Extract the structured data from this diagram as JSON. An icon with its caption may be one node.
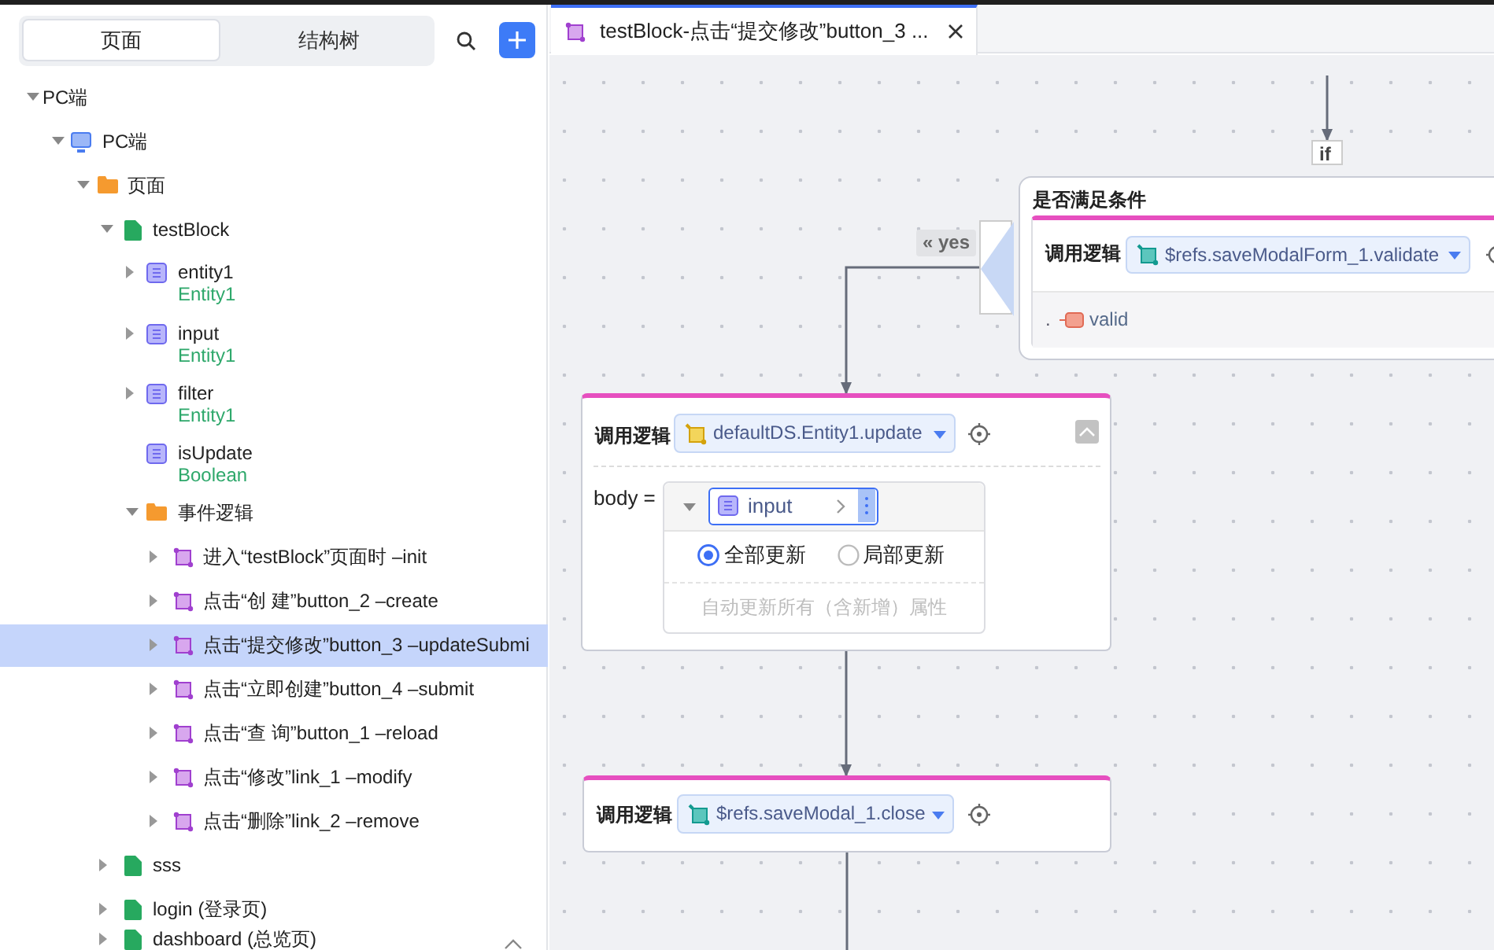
{
  "diagram": {
    "nodes": [
      {
        "text": [
          "if"
        ]
      },
      {
        "text": [
          "是否满足条件"
        ]
      },
      {
        "text": [
          "调用逻辑",
          "$refs.saveModalForm_1.validate",
          ".",
          "valid"
        ],
        "in": 1
      },
      {
        "text": [],
        "shape": "triangle"
      },
      {
        "text": [
          "调用逻辑",
          "defaultDS.Entity1.update",
          "body ="
        ]
      },
      {
        "text": [
          "input",
          "全部更新",
          "局部更新",
          "自动更新所有（含新增）属性"
        ],
        "in": 4
      },
      {
        "text": [
          "调用逻辑",
          "$refs.saveModal_1.close"
        ]
      }
    ],
    "edges": [
      {
        "from": null,
        "to": 0,
        "arrow": "to"
      },
      {
        "from": 3,
        "to": 4,
        "arrow": "to",
        "label": "« yes"
      },
      {
        "from": 4,
        "to": 6,
        "arrow": "to"
      },
      {
        "from": 6,
        "to": null,
        "arrow": "none"
      }
    ],
    "labels": [
      "页面",
      "结构树",
      "testBlock-点击“提交修改”button_3 ...",
      "PC端",
      "PC端",
      "页面",
      "testBlock",
      "entity1",
      "Entity1",
      "input",
      "Entity1",
      "filter",
      "Entity1",
      "isUpdate",
      "Boolean",
      "事件逻辑",
      "进入“testBlock”页面时 –init",
      "点击“创 建”button_2 –create",
      "点击“提交修改”button_3 –updateSubmi",
      "点击“立即创建”button_4 –submit",
      "点击“查 询”button_1 –reload",
      "点击“修改”link_1 –modify",
      "点击“删除”link_2 –remove",
      "sss",
      "login (登录页)",
      "dashboard (总览页)"
    ]
  }
}
